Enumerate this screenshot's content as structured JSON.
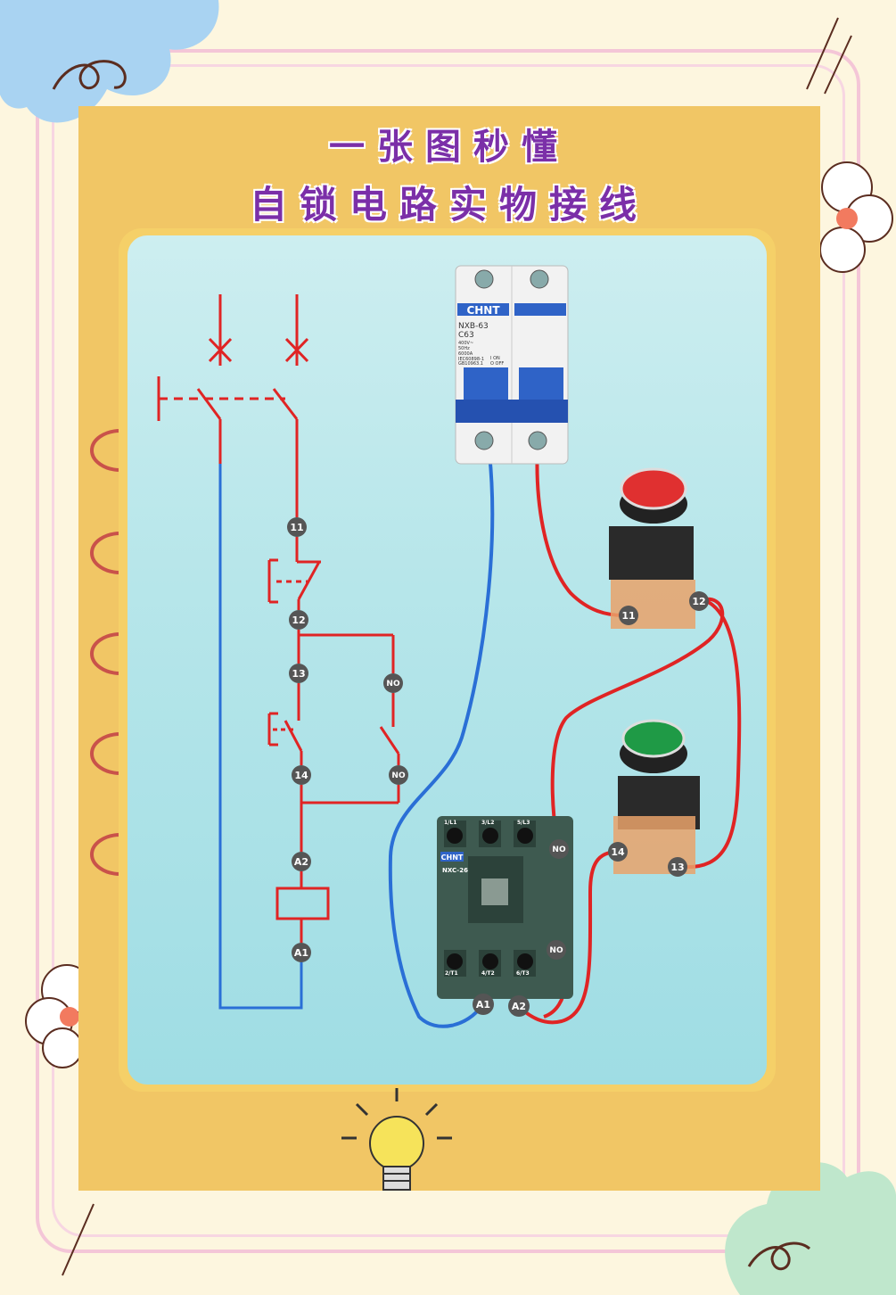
{
  "title": {
    "line1": "一张图秒懂",
    "line2": "自锁电路实物接线"
  },
  "schematic": {
    "terminals": {
      "t11": "11",
      "t12": "12",
      "t13": "13",
      "t14": "14",
      "no_top": "NO",
      "no_bottom": "NO",
      "a2": "A2",
      "a1": "A1"
    }
  },
  "breaker": {
    "brand": "CHNT",
    "model": "NXB-63",
    "rating": "C63",
    "spec_lines": [
      "400V~",
      "50Hz",
      "6000A",
      "IEC60898-1",
      "GB10963.1"
    ],
    "on_label": "I ON",
    "off_label": "O OFF"
  },
  "stop_button": {
    "t11": "11",
    "t12": "12"
  },
  "start_button": {
    "t14": "14",
    "t13": "13"
  },
  "contactor": {
    "brand": "CHNT",
    "model": "NXC-26",
    "top_terminals": [
      "1/L1",
      "3/L2",
      "5/L3"
    ],
    "bottom_terminals": [
      "2/T1",
      "4/T2",
      "6/T3"
    ],
    "no_top": "NO",
    "no_bottom": "NO",
    "a1": "A1",
    "a2": "A2"
  },
  "colors": {
    "live_wire": "#e02424",
    "neutral_wire": "#2a6fd6",
    "title": "#7b2fa8",
    "panel": "#f1c665",
    "board": "#b7e6ea"
  }
}
